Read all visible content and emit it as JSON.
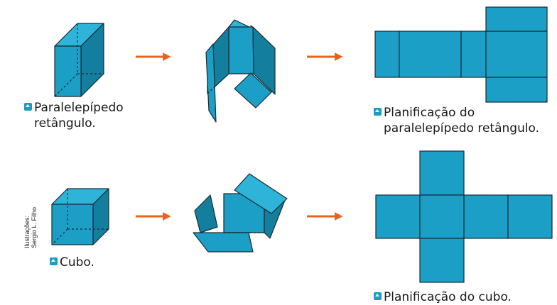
{
  "captions": {
    "box_label_1": "Paralelepípedo",
    "box_label_2": "retângulo.",
    "box_net_label_1": "Planificação do",
    "box_net_label_2": "paralelepípedo retângulo.",
    "cube_label": "Cubo.",
    "cube_net_label": "Planificação do cubo."
  },
  "credit": {
    "line1": "Ilustrações:",
    "line2": "Sergio L. Filho"
  },
  "colors": {
    "face_main": "#1b9fc6",
    "face_top": "#2db4d8",
    "face_dark": "#137e9e",
    "edge": "#1a2b33",
    "arrow": "#e8641e",
    "caption_marker": "#1f9bbf"
  },
  "icons": [
    "arrow-right-icon",
    "caption-marker-icon"
  ]
}
